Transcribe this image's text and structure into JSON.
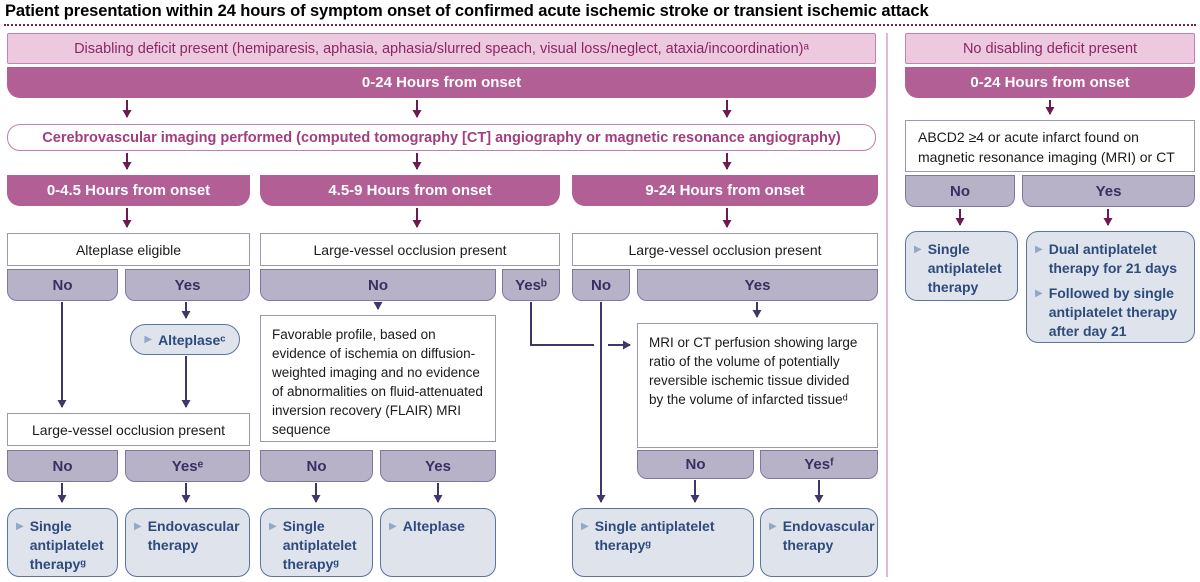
{
  "title": "Patient presentation within 24 hours of symptom onset of confirmed acute ischemic stroke or transient ischemic attack",
  "icons": {
    "bullet_triangle": "▶"
  },
  "colors": {
    "pink_fill": "#ecc9de",
    "pink_border": "#c084ae",
    "pink_text": "#8b2766",
    "time_bar_fill": "#b25f95",
    "time_bar_text": "#ffffff",
    "imaging_border": "#c37fab",
    "imaging_text": "#a23e7e",
    "white_box_border": "#9d96b4",
    "white_box_text": "#1a1a1a",
    "no_yes_fill": "#b7b2c8",
    "no_yes_border": "#80779f",
    "no_yes_text": "#393061",
    "outcome_fill": "#dfe3eb",
    "outcome_border": "#5b74a0",
    "outcome_text": "#2d4b7d",
    "outcome_bullet": "#92a8c6",
    "arrow_maroon": "#6d1b4e",
    "arrow_indigo": "#3d3869",
    "divider": "#ddbcd1",
    "title_rule": "#7c2253"
  },
  "left": {
    "header": "Disabling deficit present (hemiparesis, aphasia, aphasia/slurred speach, visual loss/neglect, ataxia/incoordination)ᵃ",
    "time_bar": "0-24 Hours from onset",
    "imaging": "Cerebrovascular imaging performed (computed tomography [CT] angiography or magnetic resonance angiography)",
    "col1": {
      "time_bar": "0-4.5 Hours from onset",
      "question1": "Alteplase eligible",
      "no1": "No",
      "yes1": "Yes",
      "pill": "Alteplaseᶜ",
      "question2": "Large-vessel occlusion present",
      "no2": "No",
      "yes2": "Yesᵉ",
      "outcome_no": "Single antiplatelet therapyᵍ",
      "outcome_yes": "Endovascular therapy"
    },
    "col2": {
      "time_bar": "4.5-9 Hours from onset",
      "question1": "Large-vessel occlusion present",
      "no1": "No",
      "yes1": "Yesᵇ",
      "question2": "Favorable profile, based on evidence of ischemia on diffusion-weighted imaging and no evidence of abnormalities on fluid-attenuated inversion recovery (FLAIR) MRI sequence",
      "no2": "No",
      "yes2": "Yes",
      "outcome_no": "Single antiplatelet therapyᵍ",
      "outcome_yes": "Alteplase"
    },
    "col3": {
      "time_bar": "9-24 Hours from onset",
      "question1": "Large-vessel occlusion present",
      "no1": "No",
      "yes1": "Yes",
      "question2": "MRI or CT perfusion showing large ratio of the volume of potentially reversible ischemic tissue divided by the volume of infarcted tissueᵈ",
      "no2": "No",
      "yes2": "Yesᶠ",
      "outcome_no": "Single antiplatelet therapyᵍ",
      "outcome_yes": "Endovascular therapy"
    }
  },
  "right": {
    "header": "No disabling deficit present",
    "time_bar": "0-24 Hours from onset",
    "question": "ABCD2 ≥4 or acute infarct found on magnetic resonance imaging (MRI) or CT",
    "no": "No",
    "yes": "Yes",
    "outcome_no": "Single antiplatelet therapy",
    "outcome_yes_items": [
      "Dual antiplatelet therapy for 21 days",
      "Followed by single antiplatelet therapy after day 21"
    ]
  }
}
